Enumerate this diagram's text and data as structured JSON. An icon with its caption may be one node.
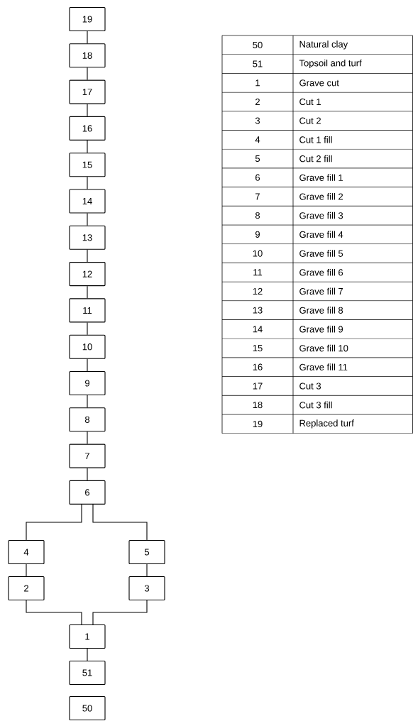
{
  "diagram": {
    "nodes": [
      {
        "text": [
          "19"
        ]
      },
      {
        "text": [
          "18"
        ]
      },
      {
        "text": [
          "17"
        ]
      },
      {
        "text": [
          "16"
        ]
      },
      {
        "text": [
          "15"
        ]
      },
      {
        "text": [
          "14"
        ]
      },
      {
        "text": [
          "13"
        ]
      },
      {
        "text": [
          "12"
        ]
      },
      {
        "text": [
          "11"
        ]
      },
      {
        "text": [
          "10"
        ]
      },
      {
        "text": [
          "9"
        ]
      },
      {
        "text": [
          "8"
        ]
      },
      {
        "text": [
          "7"
        ]
      },
      {
        "text": [
          "6"
        ]
      },
      {
        "text": [
          "4"
        ]
      },
      {
        "text": [
          "5"
        ]
      },
      {
        "text": [
          "2"
        ]
      },
      {
        "text": [
          "3"
        ]
      },
      {
        "text": [
          "1"
        ]
      },
      {
        "text": [
          "51"
        ]
      },
      {
        "text": [
          "50"
        ]
      }
    ],
    "edges": [
      {
        "from": 0,
        "to": 1,
        "arrow": "none"
      },
      {
        "from": 1,
        "to": 2,
        "arrow": "none"
      },
      {
        "from": 2,
        "to": 3,
        "arrow": "none"
      },
      {
        "from": 3,
        "to": 4,
        "arrow": "none"
      },
      {
        "from": 4,
        "to": 5,
        "arrow": "none"
      },
      {
        "from": 5,
        "to": 6,
        "arrow": "none"
      },
      {
        "from": 6,
        "to": 7,
        "arrow": "none"
      },
      {
        "from": 7,
        "to": 8,
        "arrow": "none"
      },
      {
        "from": 8,
        "to": 9,
        "arrow": "none"
      },
      {
        "from": 9,
        "to": 10,
        "arrow": "none"
      },
      {
        "from": 10,
        "to": 11,
        "arrow": "none"
      },
      {
        "from": 11,
        "to": 12,
        "arrow": "none"
      },
      {
        "from": 12,
        "to": 13,
        "arrow": "none"
      },
      {
        "from": 13,
        "to": 14,
        "arrow": "none"
      },
      {
        "from": 13,
        "to": 15,
        "arrow": "none"
      },
      {
        "from": 14,
        "to": 16,
        "arrow": "none"
      },
      {
        "from": 15,
        "to": 17,
        "arrow": "none"
      },
      {
        "from": 16,
        "to": 18,
        "arrow": "none"
      },
      {
        "from": 17,
        "to": 18,
        "arrow": "none"
      },
      {
        "from": 18,
        "to": 19,
        "arrow": "none"
      }
    ],
    "labels": [
      "50",
      "Natural clay",
      "51",
      "Topsoil and turf",
      "1",
      "Grave cut",
      "2",
      "Cut 1",
      "3",
      "Cut 2",
      "4",
      "Cut 1 fill",
      "5",
      "Cut 2 fill",
      "6",
      "Grave fill 1",
      "7",
      "Grave fill 2",
      "8",
      "Grave fill 3",
      "9",
      "Grave fill 4",
      "10",
      "Grave fill 5",
      "11",
      "Grave fill 6",
      "12",
      "Grave fill 7",
      "13",
      "Grave fill 8",
      "14",
      "Grave fill 9",
      "15",
      "Grave fill 10",
      "16",
      "Grave fill 11",
      "17",
      "Cut 3",
      "18",
      "Cut 3 fill",
      "19",
      "Replaced turf"
    ]
  }
}
